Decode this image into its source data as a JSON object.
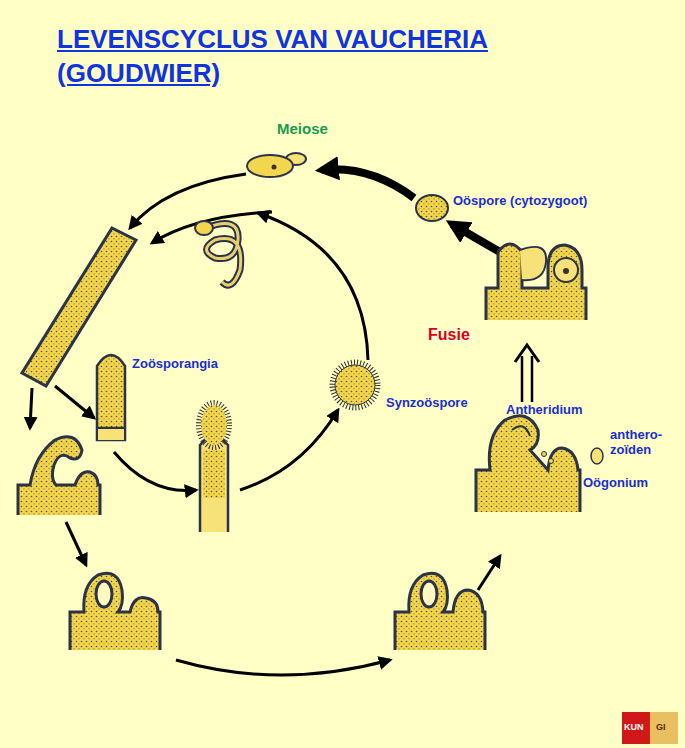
{
  "diagram": {
    "title": "LEVENSCYCLUS VAN VAUCHERIA (GOUDWIER)",
    "labels": [
      "Meiose",
      "Oöspore (cytozygoot)",
      "Fusie",
      "Zoösporangia",
      "Synzoöspore",
      "Antheridium",
      "anthero- zoïden",
      "Oögonium",
      "KUN",
      "GI"
    ]
  }
}
